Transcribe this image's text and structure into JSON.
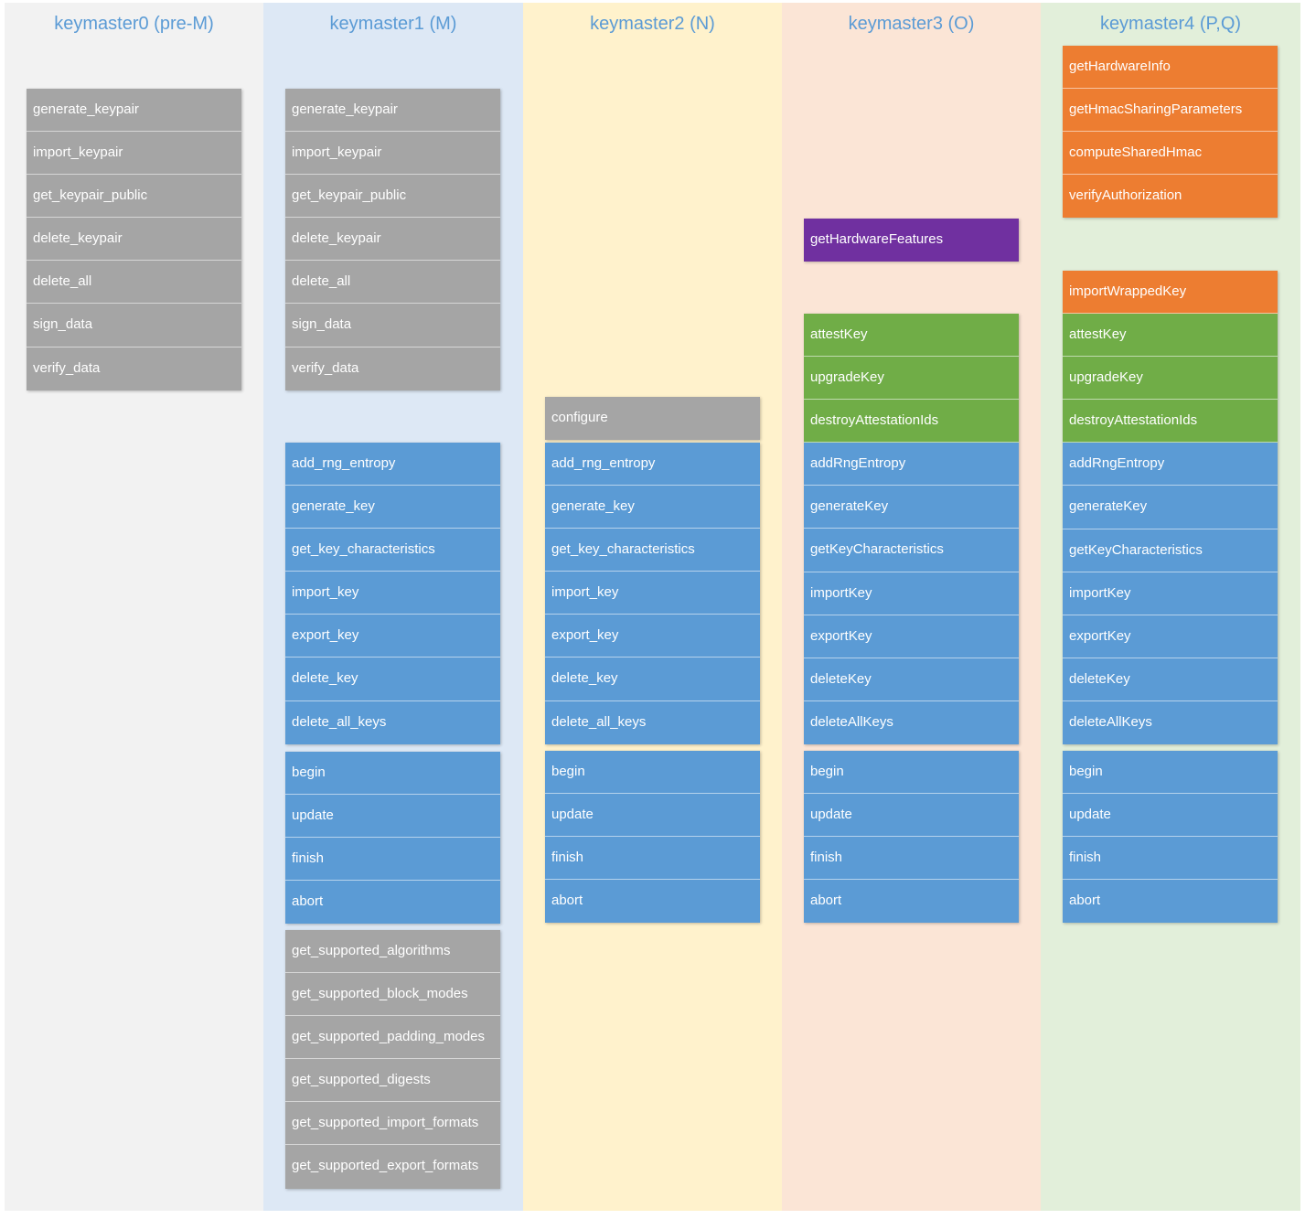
{
  "columns": [
    {
      "title": "keymaster0 (pre-M)",
      "background": "#f2f2f2",
      "groups": [
        {
          "items": [
            {
              "label": "generate_keypair",
              "color": "#a5a5a5"
            },
            {
              "label": "import_keypair",
              "color": "#a5a5a5"
            },
            {
              "label": "get_keypair_public",
              "color": "#a5a5a5"
            },
            {
              "label": "delete_keypair",
              "color": "#a5a5a5"
            },
            {
              "label": "delete_all",
              "color": "#a5a5a5"
            },
            {
              "label": "sign_data",
              "color": "#a5a5a5"
            },
            {
              "label": "verify_data",
              "color": "#a5a5a5"
            }
          ]
        }
      ]
    },
    {
      "title": "keymaster1 (M)",
      "background": "#dde8f5",
      "groups": [
        {
          "items": [
            {
              "label": "generate_keypair",
              "color": "#a5a5a5"
            },
            {
              "label": "import_keypair",
              "color": "#a5a5a5"
            },
            {
              "label": "get_keypair_public",
              "color": "#a5a5a5"
            },
            {
              "label": "delete_keypair",
              "color": "#a5a5a5"
            },
            {
              "label": "delete_all",
              "color": "#a5a5a5"
            },
            {
              "label": "sign_data",
              "color": "#a5a5a5"
            },
            {
              "label": "verify_data",
              "color": "#a5a5a5"
            }
          ]
        },
        {
          "items": [
            {
              "label": "add_rng_entropy",
              "color": "#5b9bd5"
            },
            {
              "label": "generate_key",
              "color": "#5b9bd5"
            },
            {
              "label": "get_key_characteristics",
              "color": "#5b9bd5"
            },
            {
              "label": "import_key",
              "color": "#5b9bd5"
            },
            {
              "label": "export_key",
              "color": "#5b9bd5"
            },
            {
              "label": "delete_key",
              "color": "#5b9bd5"
            },
            {
              "label": "delete_all_keys",
              "color": "#5b9bd5"
            }
          ]
        },
        {
          "items": [
            {
              "label": "begin",
              "color": "#5b9bd5"
            },
            {
              "label": "update",
              "color": "#5b9bd5"
            },
            {
              "label": "finish",
              "color": "#5b9bd5"
            },
            {
              "label": "abort",
              "color": "#5b9bd5"
            }
          ]
        },
        {
          "items": [
            {
              "label": "get_supported_algorithms",
              "color": "#a5a5a5"
            },
            {
              "label": "get_supported_block_modes",
              "color": "#a5a5a5"
            },
            {
              "label": "get_supported_padding_modes",
              "color": "#a5a5a5"
            },
            {
              "label": "get_supported_digests",
              "color": "#a5a5a5"
            },
            {
              "label": "get_supported_import_formats",
              "color": "#a5a5a5"
            },
            {
              "label": "get_supported_export_formats",
              "color": "#a5a5a5"
            }
          ]
        }
      ]
    },
    {
      "title": "keymaster2 (N)",
      "background": "#fff2cc",
      "groups": [
        {
          "items": [
            {
              "label": "configure",
              "color": "#a5a5a5"
            }
          ]
        },
        {
          "items": [
            {
              "label": "add_rng_entropy",
              "color": "#5b9bd5"
            },
            {
              "label": "generate_key",
              "color": "#5b9bd5"
            },
            {
              "label": "get_key_characteristics",
              "color": "#5b9bd5"
            },
            {
              "label": "import_key",
              "color": "#5b9bd5"
            },
            {
              "label": "export_key",
              "color": "#5b9bd5"
            },
            {
              "label": "delete_key",
              "color": "#5b9bd5"
            },
            {
              "label": "delete_all_keys",
              "color": "#5b9bd5"
            }
          ]
        },
        {
          "items": [
            {
              "label": "begin",
              "color": "#5b9bd5"
            },
            {
              "label": "update",
              "color": "#5b9bd5"
            },
            {
              "label": "finish",
              "color": "#5b9bd5"
            },
            {
              "label": "abort",
              "color": "#5b9bd5"
            }
          ]
        }
      ]
    },
    {
      "title": "keymaster3 (O)",
      "background": "#fbe5d6",
      "groups": [
        {
          "items": [
            {
              "label": "getHardwareFeatures",
              "color": "#7030a0"
            }
          ]
        },
        {
          "items": [
            {
              "label": "attestKey",
              "color": "#70ad47"
            },
            {
              "label": "upgradeKey",
              "color": "#70ad47"
            },
            {
              "label": "destroyAttestationIds",
              "color": "#70ad47"
            },
            {
              "label": "addRngEntropy",
              "color": "#5b9bd5"
            },
            {
              "label": "generateKey",
              "color": "#5b9bd5"
            },
            {
              "label": "getKeyCharacteristics",
              "color": "#5b9bd5"
            },
            {
              "label": "importKey",
              "color": "#5b9bd5"
            },
            {
              "label": "exportKey",
              "color": "#5b9bd5"
            },
            {
              "label": "deleteKey",
              "color": "#5b9bd5"
            },
            {
              "label": "deleteAllKeys",
              "color": "#5b9bd5"
            }
          ]
        },
        {
          "items": [
            {
              "label": "begin",
              "color": "#5b9bd5"
            },
            {
              "label": "update",
              "color": "#5b9bd5"
            },
            {
              "label": "finish",
              "color": "#5b9bd5"
            },
            {
              "label": "abort",
              "color": "#5b9bd5"
            }
          ]
        }
      ]
    },
    {
      "title": "keymaster4 (P,Q)",
      "background": "#e2efda",
      "groups": [
        {
          "items": [
            {
              "label": "getHardwareInfo",
              "color": "#ed7d31"
            },
            {
              "label": "getHmacSharingParameters",
              "color": "#ed7d31"
            },
            {
              "label": "computeSharedHmac",
              "color": "#ed7d31"
            },
            {
              "label": "verifyAuthorization",
              "color": "#ed7d31"
            }
          ]
        },
        {
          "items": [
            {
              "label": "importWrappedKey",
              "color": "#ed7d31"
            },
            {
              "label": "attestKey",
              "color": "#70ad47"
            },
            {
              "label": "upgradeKey",
              "color": "#70ad47"
            },
            {
              "label": "destroyAttestationIds",
              "color": "#70ad47"
            },
            {
              "label": "addRngEntropy",
              "color": "#5b9bd5"
            },
            {
              "label": "generateKey",
              "color": "#5b9bd5"
            },
            {
              "label": "getKeyCharacteristics",
              "color": "#5b9bd5"
            },
            {
              "label": "importKey",
              "color": "#5b9bd5"
            },
            {
              "label": "exportKey",
              "color": "#5b9bd5"
            },
            {
              "label": "deleteKey",
              "color": "#5b9bd5"
            },
            {
              "label": "deleteAllKeys",
              "color": "#5b9bd5"
            }
          ]
        },
        {
          "items": [
            {
              "label": "begin",
              "color": "#5b9bd5"
            },
            {
              "label": "update",
              "color": "#5b9bd5"
            },
            {
              "label": "finish",
              "color": "#5b9bd5"
            },
            {
              "label": "abort",
              "color": "#5b9bd5"
            }
          ]
        }
      ]
    }
  ]
}
